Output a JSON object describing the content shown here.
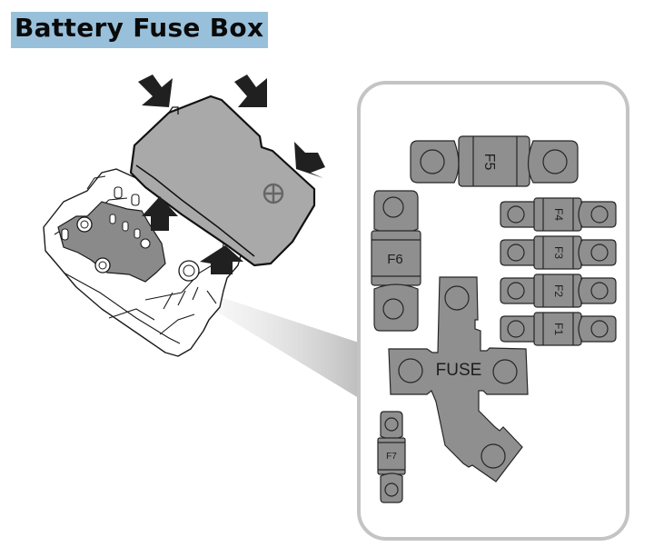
{
  "header": {
    "title": "Battery Fuse Box"
  },
  "colors": {
    "title_band": "#99c0da",
    "fuse_fill": "#8f8f8f",
    "panel_border": "#c4c4c4",
    "cover_fill": "#aaaaaa",
    "arrow_fill": "#202020"
  },
  "illustration": {
    "arrows": [
      "arrow-down-right",
      "arrow-down-right",
      "arrow-down-left",
      "arrow-up",
      "arrow-up"
    ],
    "cover_icon": "crosshair-circle-icon"
  },
  "fuse_panel": {
    "fuses": [
      {
        "id": "F5",
        "label": "F5",
        "orientation": "horizontal",
        "label_rotation": "90"
      },
      {
        "id": "F4",
        "label": "F4",
        "orientation": "horizontal",
        "label_rotation": "90"
      },
      {
        "id": "F3",
        "label": "F3",
        "orientation": "horizontal",
        "label_rotation": "90"
      },
      {
        "id": "F2",
        "label": "F2",
        "orientation": "horizontal",
        "label_rotation": "90"
      },
      {
        "id": "F1",
        "label": "F1",
        "orientation": "horizontal",
        "label_rotation": "90"
      },
      {
        "id": "F6",
        "label": "F6",
        "orientation": "vertical",
        "label_rotation": "0"
      },
      {
        "id": "F7",
        "label": "F7",
        "orientation": "vertical",
        "label_rotation": "0"
      }
    ],
    "main_fuse": {
      "label": "FUSE"
    }
  }
}
